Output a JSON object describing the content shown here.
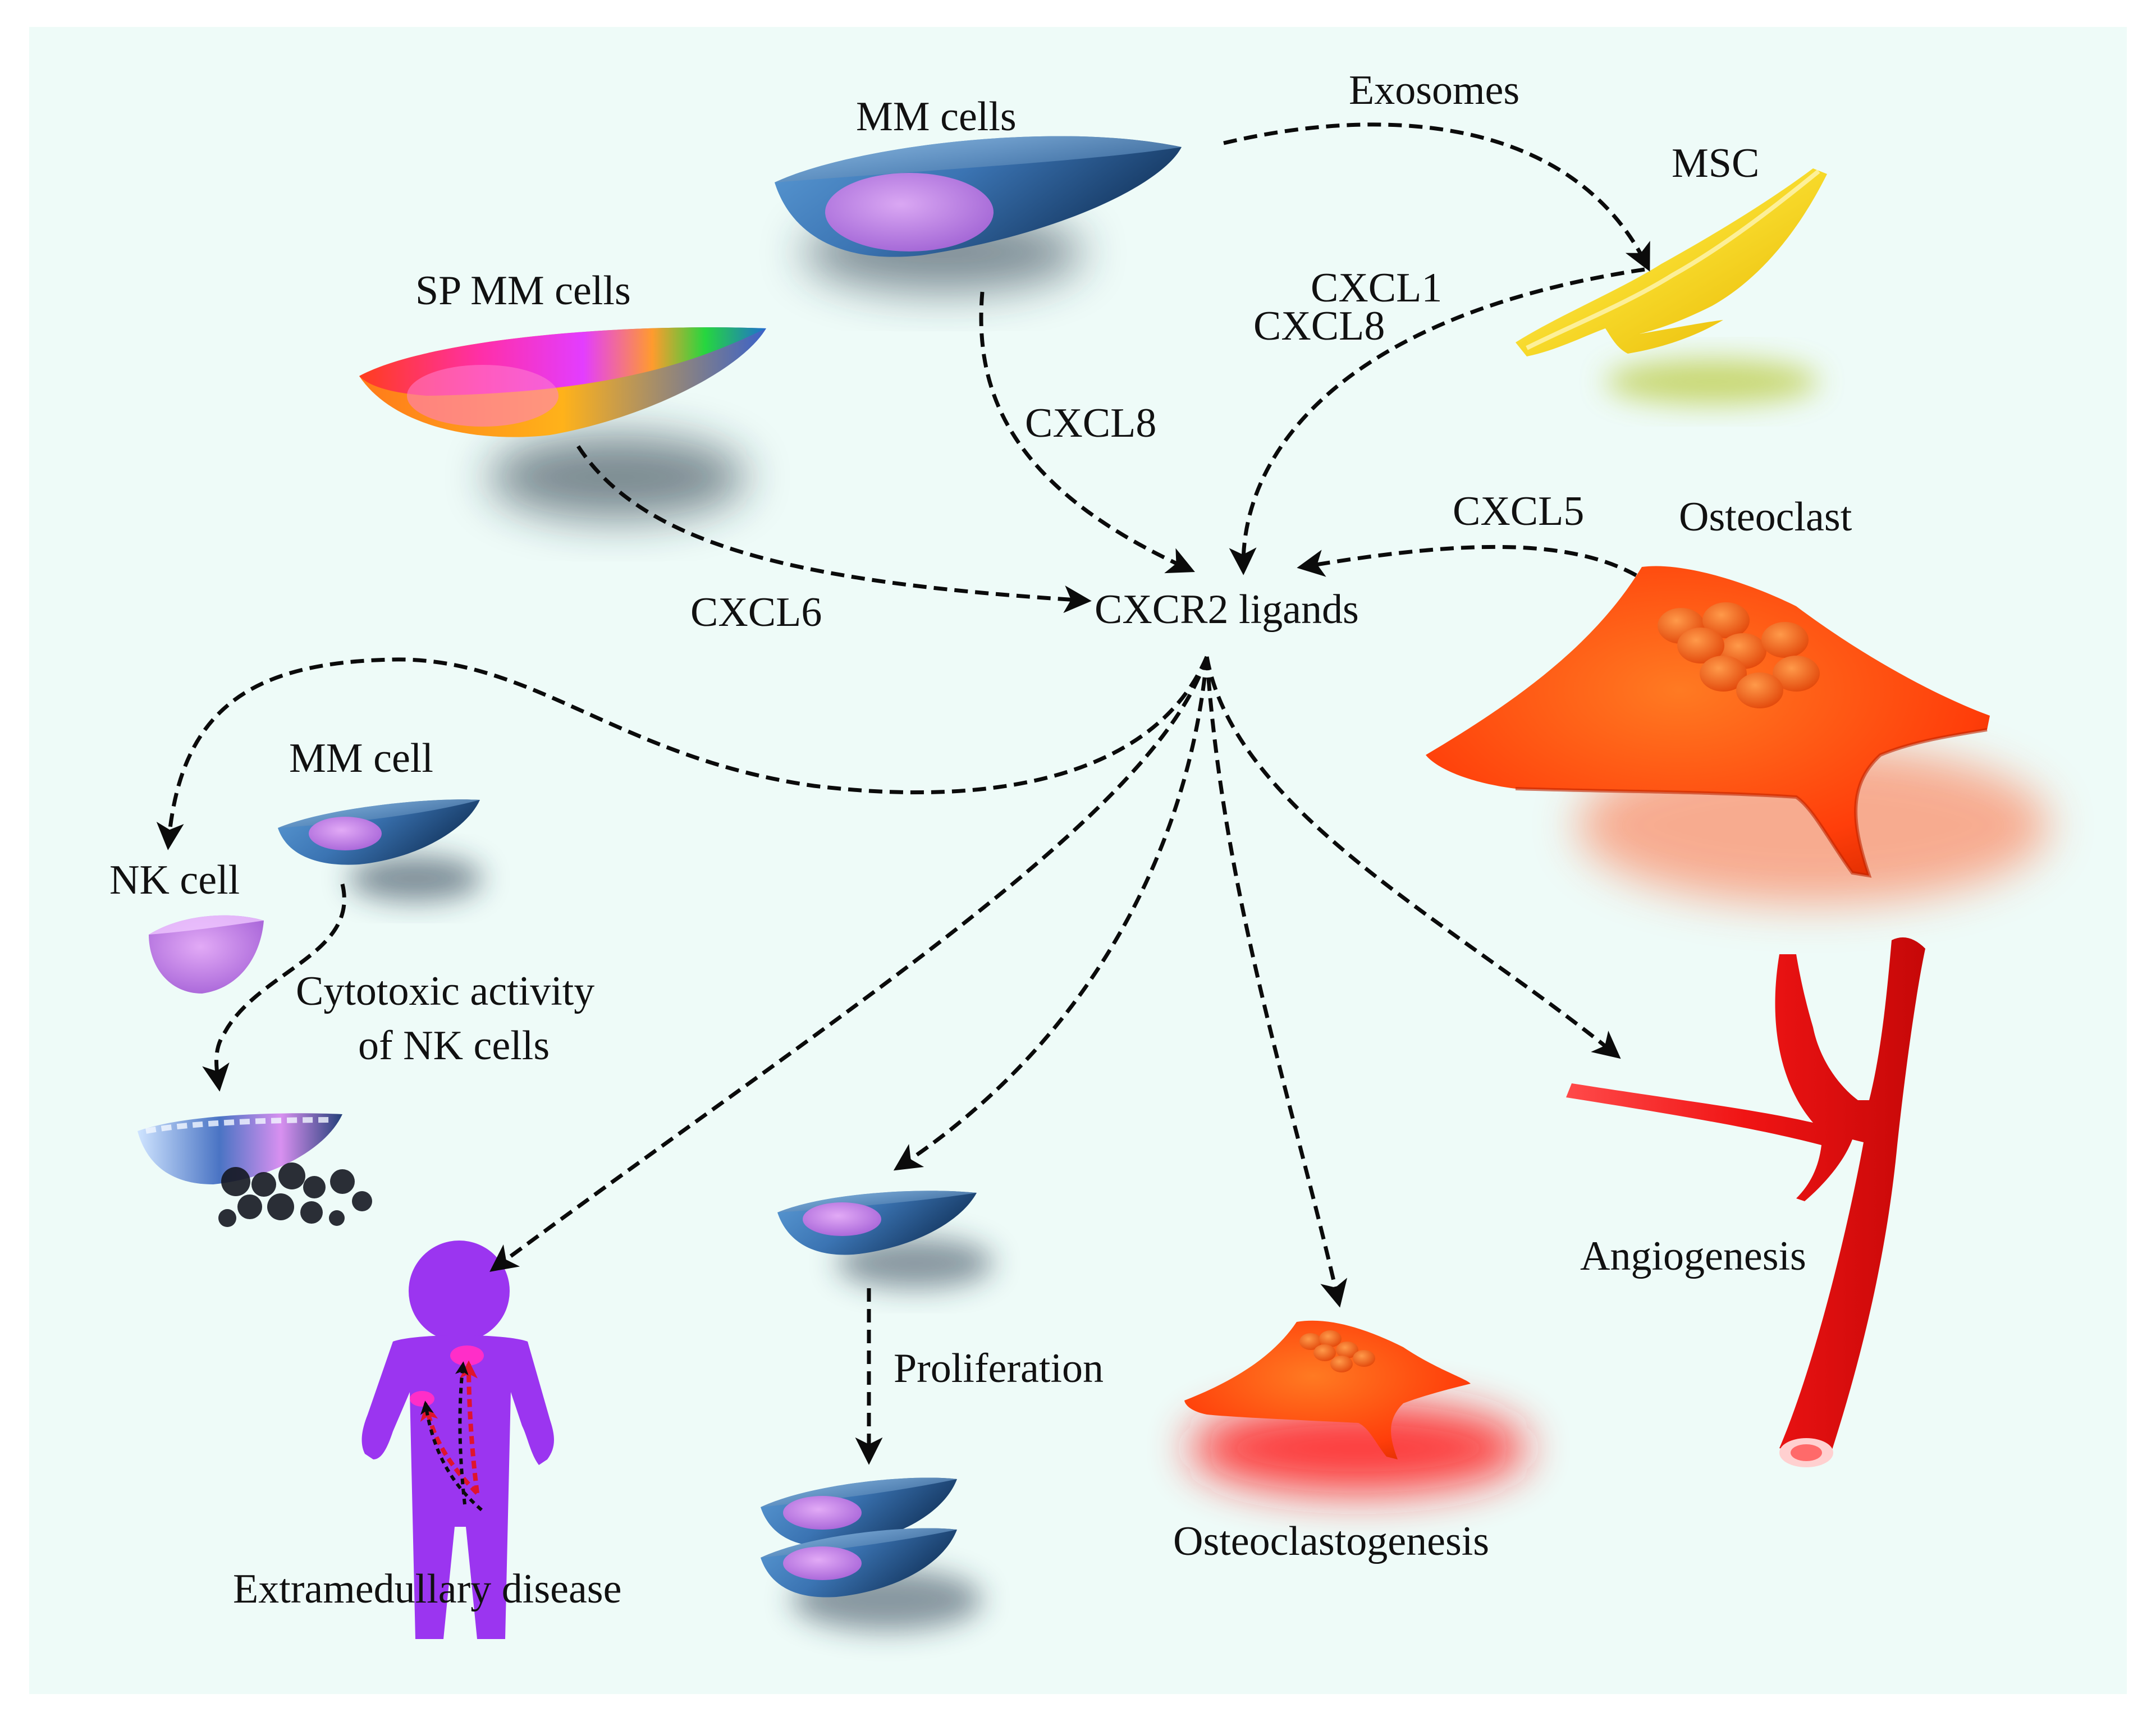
{
  "labels": {
    "mm_cells": "MM cells",
    "exosomes": "Exosomes",
    "msc": "MSC",
    "sp_mm_cells": "SP MM cells",
    "cxcl1": "CXCL1",
    "cxcl8_msc": "CXCL8",
    "cxcl8_mm": "CXCL8",
    "cxcl5": "CXCL5",
    "osteoclast": "Osteoclast",
    "cxcl6": "CXCL6",
    "cxcr2_ligands": "CXCR2 ligands",
    "mm_cell": "MM cell",
    "nk_cell": "NK cell",
    "cytotoxic_line1": "Cytotoxic activity",
    "cytotoxic_line2": "of NK cells",
    "proliferation": "Proliferation",
    "angiogenesis": "Angiogenesis",
    "osteoclastogenesis": "Osteoclastogenesis",
    "extramedullary_disease": "Extramedullary disease"
  },
  "colors": {
    "background": "#eefbf8",
    "mm_cell_body": "#3f7fbf",
    "nucleus": "#c583e8",
    "msc": "#f6d52a",
    "osteoclast": "#ff4a0c",
    "vessel": "#f01818",
    "human_figure": "#9b35f0",
    "arrow": "#0b0b0b"
  }
}
